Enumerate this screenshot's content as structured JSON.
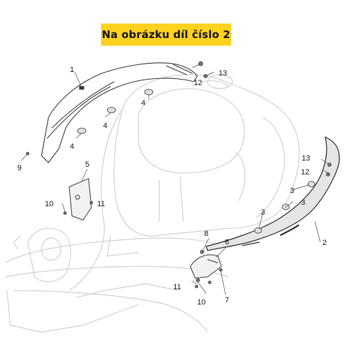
{
  "banner": {
    "text": "Na obrázku díl číslo 2",
    "color": "#ffd21f"
  },
  "diagram": {
    "callouts": [
      {
        "id": "1",
        "label": "1"
      },
      {
        "id": "2",
        "label": "2"
      },
      {
        "id": "3a",
        "label": "3"
      },
      {
        "id": "3b",
        "label": "3"
      },
      {
        "id": "3c",
        "label": "3"
      },
      {
        "id": "4a",
        "label": "4"
      },
      {
        "id": "4b",
        "label": "4"
      },
      {
        "id": "4c",
        "label": "4"
      },
      {
        "id": "5",
        "label": "5"
      },
      {
        "id": "6",
        "label": "6"
      },
      {
        "id": "7",
        "label": "7"
      },
      {
        "id": "8",
        "label": "8"
      },
      {
        "id": "9",
        "label": "9"
      },
      {
        "id": "10a",
        "label": "10"
      },
      {
        "id": "10b",
        "label": "10"
      },
      {
        "id": "11a",
        "label": "11"
      },
      {
        "id": "11b",
        "label": "11"
      },
      {
        "id": "12a",
        "label": "12"
      },
      {
        "id": "12b",
        "label": "12"
      },
      {
        "id": "13a",
        "label": "13"
      },
      {
        "id": "13b",
        "label": "13"
      }
    ]
  }
}
